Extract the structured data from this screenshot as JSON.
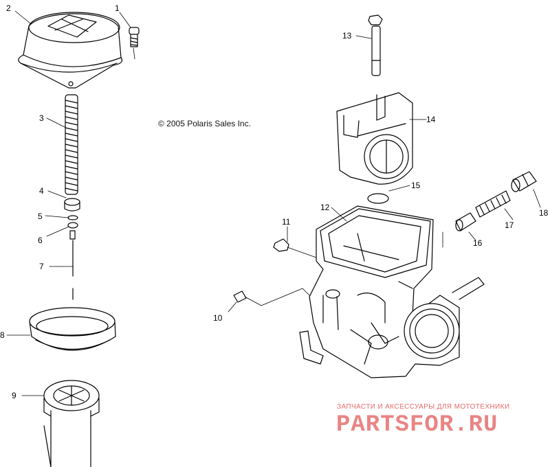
{
  "copyright": "© 2005 Polaris Sales Inc.",
  "callouts": [
    "1",
    "2",
    "3",
    "4",
    "5",
    "6",
    "7",
    "8",
    "9",
    "10",
    "11",
    "12",
    "13",
    "14",
    "15",
    "16",
    "17",
    "18"
  ],
  "watermark": {
    "tagline": "ЗАПЧАСТИ И АКСЕССУАРЫ ДЛЯ МОТОТЕХНИКИ",
    "brand": "PARTSFOR.RU"
  },
  "colors": {
    "line": "#000000",
    "watermark": "#e56a6a"
  }
}
